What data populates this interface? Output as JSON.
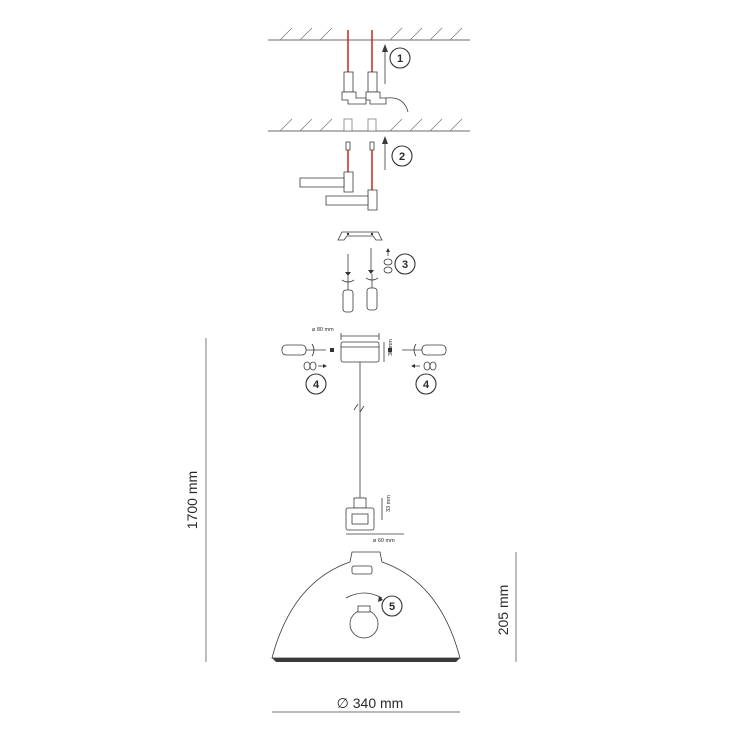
{
  "steps": [
    {
      "number": "1"
    },
    {
      "number": "2"
    },
    {
      "number": "3"
    },
    {
      "number": "4"
    },
    {
      "number": "4"
    },
    {
      "number": "5"
    }
  ],
  "dimensions": {
    "total_height": "1700 mm",
    "shade_height": "205 mm",
    "shade_diameter": "∅ 340 mm",
    "canopy_diameter": "⌀ 80 mm",
    "canopy_height": "30 mm",
    "socket_height": "33 mm",
    "socket_diameter": "⌀ 60 mm"
  },
  "colors": {
    "line": "#3a3a3a",
    "wire_accent": "#c8352b",
    "background": "#ffffff"
  },
  "icons": [
    "drill-icon",
    "wall-plug-icon",
    "screw-icon",
    "screwdriver-icon",
    "bulb-icon",
    "rotation-arrow-icon"
  ]
}
